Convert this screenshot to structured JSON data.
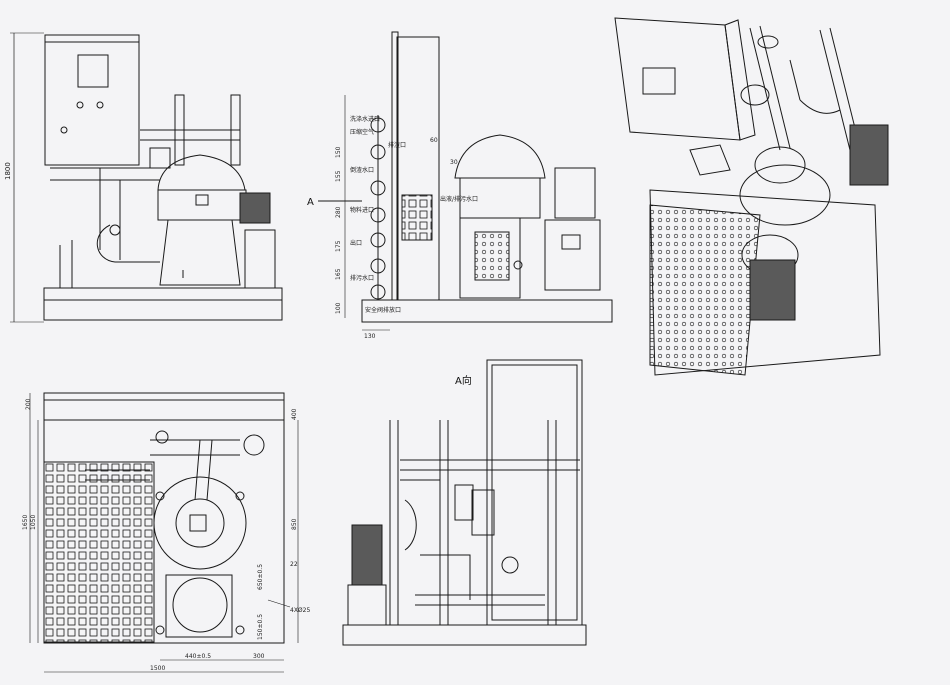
{
  "colors": {
    "line": "#1a1a1a",
    "paper": "#f4f4f6",
    "shade": "#5a5a5a"
  },
  "views": {
    "front": {
      "height_dim": "1800"
    },
    "side": {
      "arrow_label": "A",
      "pipe_labels": [
        "洗涤水进口",
        "压缩空气",
        "排渣口",
        "倒渣水口",
        "物料进口",
        "出口",
        "排污水口"
      ],
      "outlet_label": "出液/排污水口",
      "bottom_label": "安全阀排放口",
      "dims": [
        "150",
        "155",
        "280",
        "175",
        "165",
        "100",
        "60",
        "130",
        "30"
      ]
    },
    "plan": {
      "dims_left": [
        "1650",
        "1050"
      ],
      "dims_top": [
        "200",
        "400"
      ],
      "dims_right": [
        "850",
        "22",
        "650±0.5",
        "150±0.5"
      ],
      "bolt_label": "4XØ25",
      "dims_bottom": [
        "440±0.5",
        "300",
        "1500"
      ]
    },
    "view_a": {
      "title": "A向"
    }
  }
}
